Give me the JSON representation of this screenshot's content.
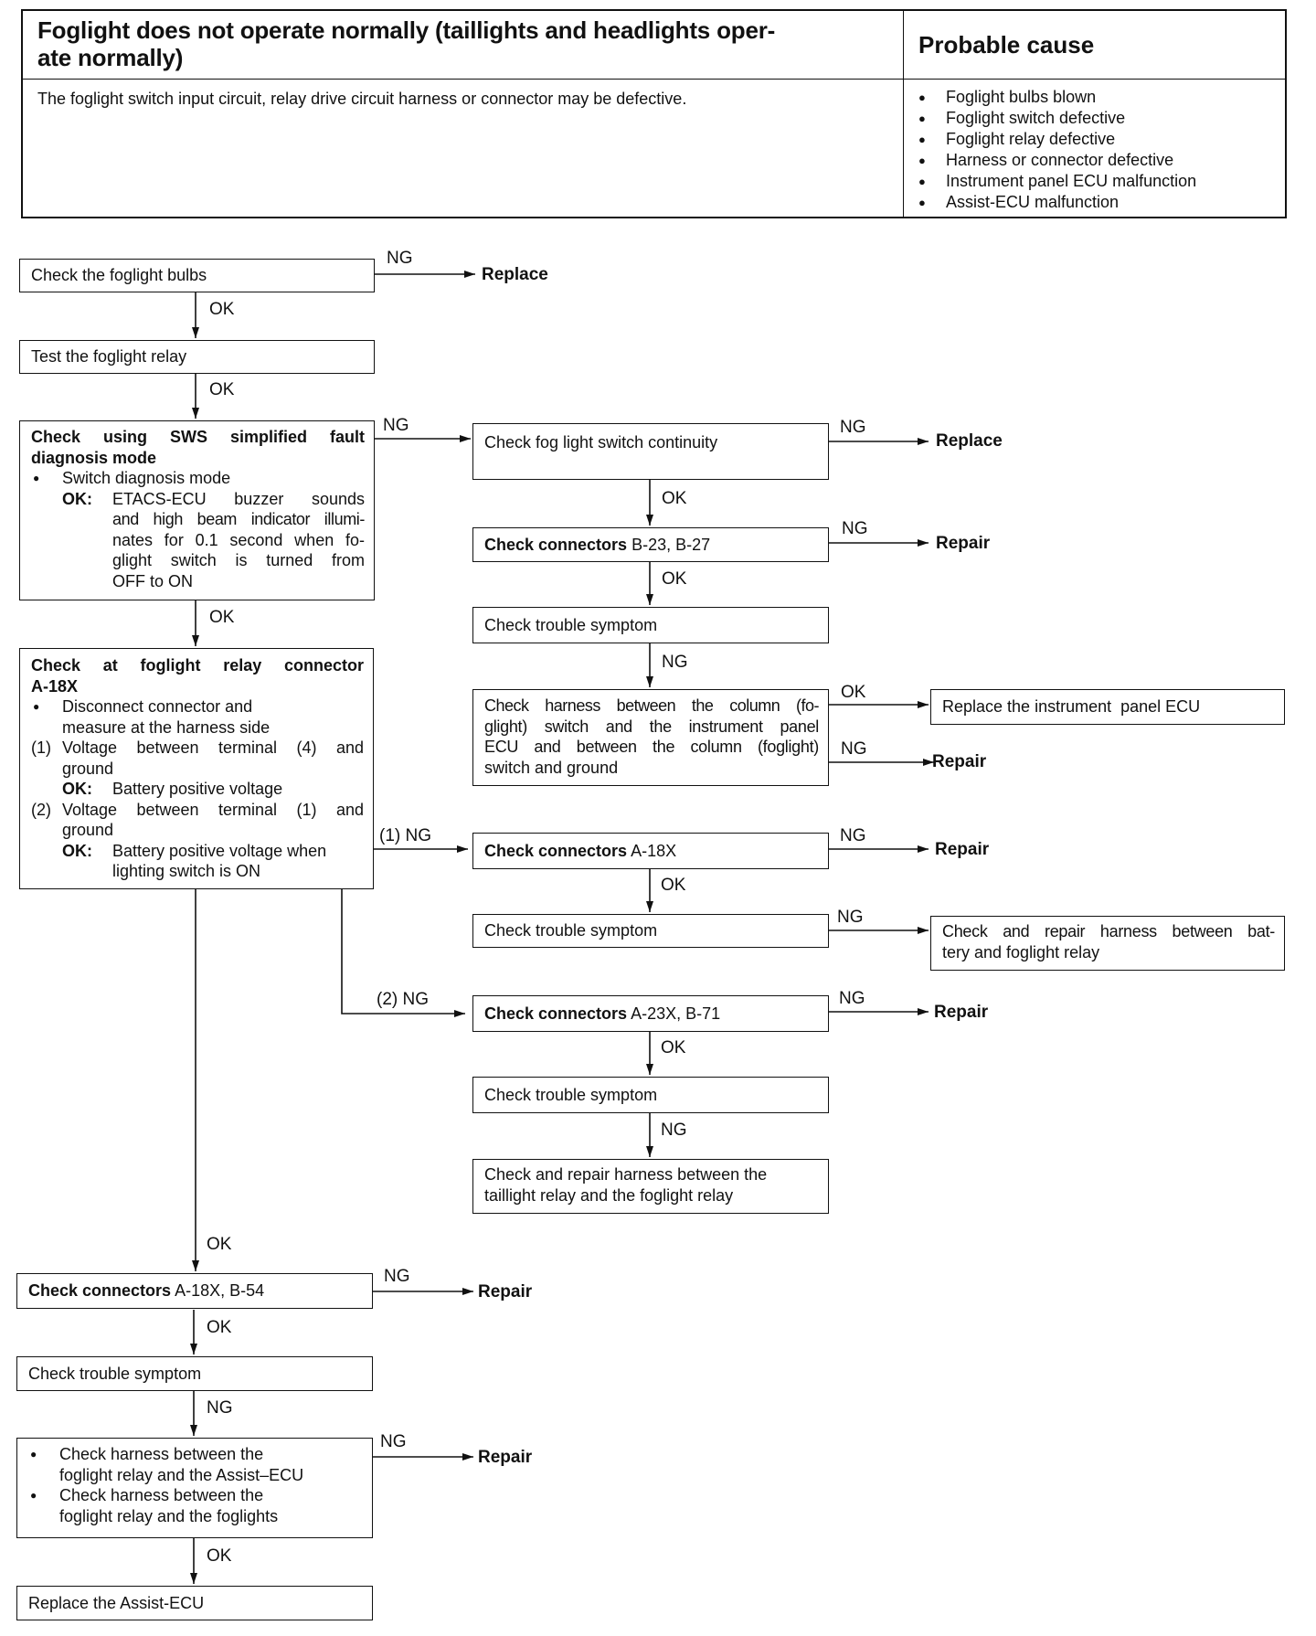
{
  "header": {
    "title": "Foglight does not operate normally (taillights and headlights oper-ate normally)",
    "title_line1": "Foglight does not operate normally (taillights and headlights oper-",
    "title_line2": "ate normally)",
    "cause_heading": "Probable cause",
    "description": "The foglight switch input circuit, relay drive circuit harness or connector may be defective.",
    "causes": [
      "Foglight bulbs blown",
      "Foglight switch defective",
      "Foglight relay defective",
      "Harness or connector defective",
      "Instrument panel ECU malfunction",
      "Assist-ECU malfunction"
    ]
  },
  "flow": {
    "check_bulbs": "Check the foglight bulbs",
    "test_relay": "Test the foglight relay",
    "sws": {
      "title_l1": "Check using SWS simplified fault",
      "title_l2": "diagnosis mode",
      "bullet": "Switch diagnosis mode",
      "ok_key": "OK:",
      "ok_l1": "ETACS-ECU buzzer sounds",
      "ok_l2": "and high beam indicator illumi-",
      "ok_l3": "nates for 0.1 second when fo-",
      "ok_l4": "glight switch is turned from",
      "ok_l5": "OFF to ON"
    },
    "relay_conn": {
      "title_l1": "Check at foglight relay connector",
      "title_l2": "A-18X",
      "bullet_l1": "Disconnect connector and",
      "bullet_l2": "measure at the harness side",
      "item1_num": "(1)",
      "item1_l1": "Voltage between terminal (4) and",
      "item1_l2": "ground",
      "item1_ok_key": "OK:",
      "item1_ok": "Battery positive voltage",
      "item2_num": "(2)",
      "item2_l1": "Voltage between terminal (1) and",
      "item2_l2": "ground",
      "item2_ok_key": "OK:",
      "item2_ok_l1": "Battery positive voltage when",
      "item2_ok_l2": "lighting switch is ON"
    },
    "fog_switch": "Check fog light switch continuity",
    "conn_b23_bold": "Check connectors",
    "conn_b23_ids": "B-23, B-27",
    "trouble1": "Check trouble symptom",
    "harness_col_l1": "Check harness between the column (fo-",
    "harness_col_l2": "glight) switch and the instrument panel",
    "harness_col_l3": "ECU and between the column (foglight)",
    "harness_col_l4": "switch and ground",
    "replace_ipecu": "Replace the instrument  panel ECU",
    "conn_a18x_bold": "Check connectors",
    "conn_a18x_ids": "A-18X",
    "trouble2": "Check trouble symptom",
    "harness_bat_l1": "Check and repair harness between bat-",
    "harness_bat_l2": "tery and foglight relay",
    "conn_a23x_bold": "Check connectors",
    "conn_a23x_ids": "A-23X, B-71",
    "trouble3": "Check trouble symptom",
    "harness_tail_l1": "Check and repair harness between the",
    "harness_tail_l2": "taillight relay and the foglight relay",
    "conn_a18x_b54_bold": "Check connectors",
    "conn_a18x_b54_ids": "A-18X, B-54",
    "trouble4": "Check trouble symptom",
    "harness_assist_l1": "Check harness between the",
    "harness_assist_l2": "foglight relay and the Assist–ECU",
    "harness_assist_l3": "Check harness between the",
    "harness_assist_l4": "foglight relay and the foglights",
    "replace_assist": "Replace the Assist-ECU",
    "labels": {
      "ok": "OK",
      "ng": "NG",
      "ng1": "(1) NG",
      "ng2": "(2) NG"
    },
    "actions": {
      "replace": "Replace",
      "repair": "Repair"
    }
  }
}
